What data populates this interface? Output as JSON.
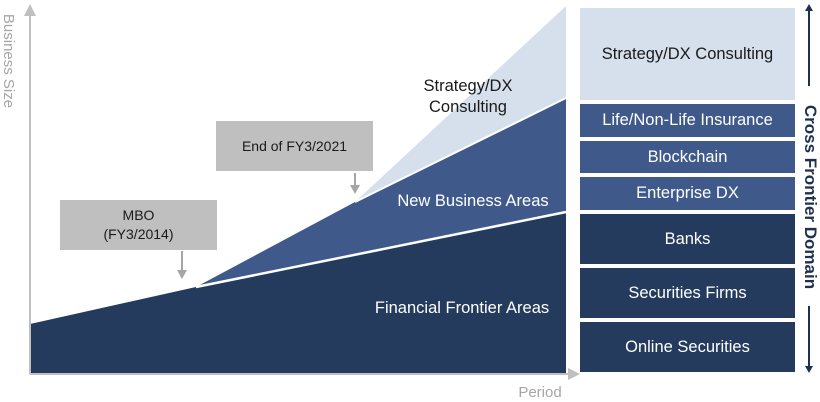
{
  "axes": {
    "y_label": "Business Size",
    "x_label": "Period"
  },
  "chart_regions": {
    "strategy_dx": {
      "line1": "Strategy/DX",
      "line2": "Consulting",
      "color": "#d6dfec"
    },
    "new_business": {
      "label": "New Business Areas",
      "color": "#3f5a8a"
    },
    "financial_frontier": {
      "label": "Financial Frontier Areas",
      "color": "#243b5e"
    }
  },
  "milestones": [
    {
      "line1": "MBO",
      "line2": "(FY3/2014)"
    },
    {
      "line1": "End of FY3/2021",
      "line2": ""
    }
  ],
  "domain_boxes": [
    {
      "label": "Strategy/DX Consulting",
      "color": "#d6dfec",
      "text_color": "#1a1a1a"
    },
    {
      "label": "Life/Non-Life Insurance",
      "color": "#3f5a8a",
      "text_color": "#ffffff"
    },
    {
      "label": "Blockchain",
      "color": "#3f5a8a",
      "text_color": "#ffffff"
    },
    {
      "label": "Enterprise DX",
      "color": "#3f5a8a",
      "text_color": "#ffffff"
    },
    {
      "label": "Banks",
      "color": "#243b5e",
      "text_color": "#ffffff"
    },
    {
      "label": "Securities Firms",
      "color": "#243b5e",
      "text_color": "#ffffff"
    },
    {
      "label": "Online Securities",
      "color": "#243b5e",
      "text_color": "#ffffff"
    }
  ],
  "bracket": {
    "label": "Cross Frontier Domain",
    "color": "#1f3050"
  },
  "colors": {
    "axis": "#bfbfbf",
    "axis_text": "#a6a6a6",
    "note_bg": "#bfbfbf"
  }
}
